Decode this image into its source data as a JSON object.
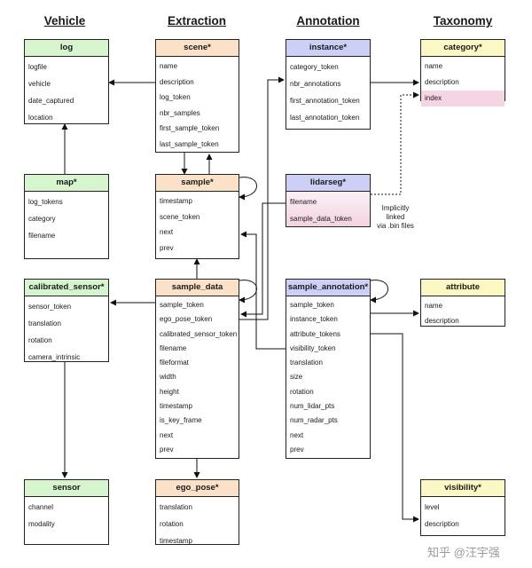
{
  "columns": {
    "vehicle": "Vehicle",
    "extraction": "Extraction",
    "annotation": "Annotation",
    "taxonomy": "Taxonomy"
  },
  "tables": {
    "log": {
      "title": "log",
      "fields": [
        "logfile",
        "vehicle",
        "date_captured",
        "location"
      ]
    },
    "map": {
      "title": "map*",
      "fields": [
        "log_tokens",
        "category",
        "filename"
      ]
    },
    "calibrated_sensor": {
      "title": "calibrated_sensor*",
      "fields": [
        "sensor_token",
        "translation",
        "rotation",
        "camera_intrinsic"
      ]
    },
    "sensor": {
      "title": "sensor",
      "fields": [
        "channel",
        "modality"
      ]
    },
    "scene": {
      "title": "scene*",
      "fields": [
        "name",
        "description",
        "log_token",
        "nbr_samples",
        "first_sample_token",
        "last_sample_token"
      ]
    },
    "sample": {
      "title": "sample*",
      "fields": [
        "timestamp",
        "scene_token",
        "next",
        "prev"
      ]
    },
    "sample_data": {
      "title": "sample_data",
      "fields": [
        "sample_token",
        "ego_pose_token",
        "calibrated_sensor_token",
        "filename",
        "fileformat",
        "width",
        "height",
        "timestamp",
        "is_key_frame",
        "next",
        "prev"
      ]
    },
    "ego_pose": {
      "title": "ego_pose*",
      "fields": [
        "translation",
        "rotation",
        "timestamp"
      ]
    },
    "instance": {
      "title": "instance*",
      "fields": [
        "category_token",
        "nbr_annotations",
        "first_annotation_token",
        "last_annotation_token"
      ]
    },
    "lidarseg": {
      "title": "lidarseg*",
      "fields": [
        "filename",
        "sample_data_token"
      ]
    },
    "sample_annotation": {
      "title": "sample_annotation*",
      "fields": [
        "sample_token",
        "instance_token",
        "attribute_tokens",
        "visibility_token",
        "translation",
        "size",
        "rotation",
        "num_lidar_pts",
        "num_radar_pts",
        "next",
        "prev"
      ]
    },
    "category": {
      "title": "category*",
      "fields": [
        "name",
        "description",
        "index"
      ]
    },
    "attribute": {
      "title": "attribute",
      "fields": [
        "name",
        "description"
      ]
    },
    "visibility": {
      "title": "visibility*",
      "fields": [
        "level",
        "description"
      ]
    }
  },
  "note": [
    "Implicitly",
    "linked",
    "via .bin files"
  ],
  "watermark": "知乎 @汪宇强",
  "colors": {
    "green": "#d6f5cf",
    "orange": "#fbe1c7",
    "blue": "#cdd0f6",
    "yellow": "#fcf8c3",
    "pink": "#f5d5e3"
  }
}
